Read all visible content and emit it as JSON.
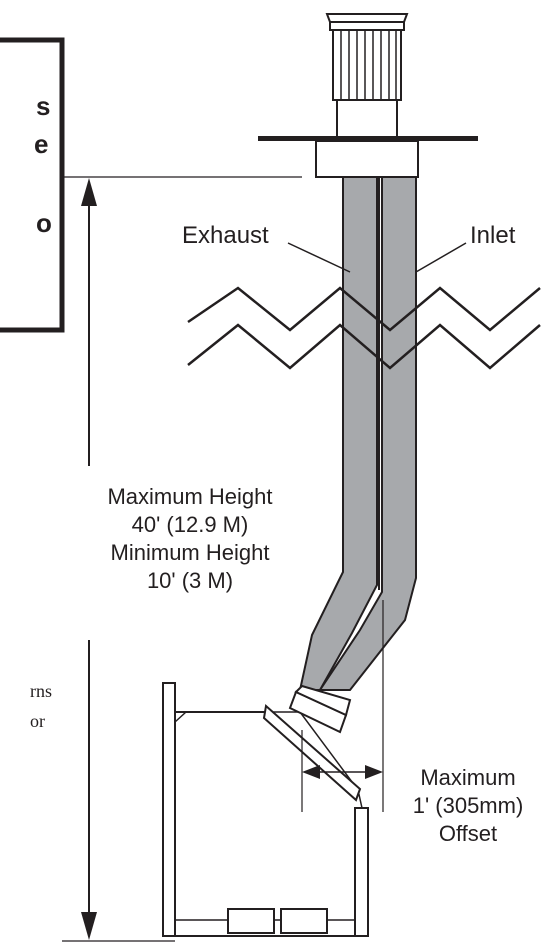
{
  "labels": {
    "exhaust": "Exhaust",
    "inlet": "Inlet",
    "height_line1": "Maximum Height",
    "height_line2": "40' (12.9 M)",
    "height_line3": "Minimum Height",
    "height_line4": "10' (3 M)",
    "offset_line1": "Maximum",
    "offset_line2": "1' (305mm)",
    "offset_line3": "Offset"
  },
  "note_box_fragments": [
    "s",
    "e",
    "o"
  ],
  "left_fragments": [
    "rns",
    "or"
  ],
  "colors": {
    "pipe_fill": "#a7a9ac",
    "stroke": "#231f20",
    "background": "#ffffff"
  }
}
